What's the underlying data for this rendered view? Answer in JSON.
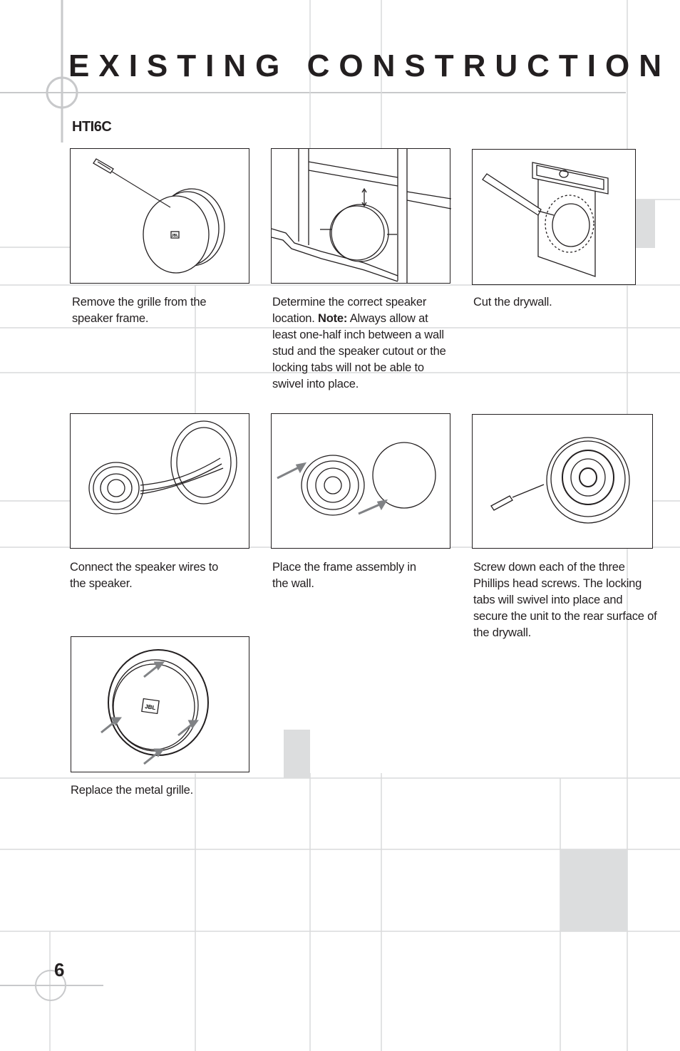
{
  "page": {
    "title": "EXISTING CONSTRUCTION",
    "model": "HTI6C",
    "page_number": "6"
  },
  "steps": [
    {
      "caption": "Remove the grille from the speaker frame.",
      "figure": "remove-grille",
      "logo_text": "JBL"
    },
    {
      "caption_lead": "Determine the correct speaker location. ",
      "caption_bold": "Note:",
      "caption_rest": " Always allow at least one-half inch between a wall stud and the speaker cutout or the locking tabs will not be able to swivel into place.",
      "figure": "locate-speaker"
    },
    {
      "caption": "Cut the drywall.",
      "figure": "cut-drywall"
    },
    {
      "caption": "Connect the speaker wires to the speaker.",
      "figure": "connect-wires"
    },
    {
      "caption": "Place the frame assembly in the wall.",
      "figure": "place-frame"
    },
    {
      "caption": "Screw down each of the three Phillips head screws. The locking tabs will swivel into place and secure the unit to the rear surface of the drywall.",
      "figure": "screw-down"
    },
    {
      "caption": "Replace the metal grille.",
      "figure": "replace-grille",
      "logo_text": "JBL"
    }
  ]
}
